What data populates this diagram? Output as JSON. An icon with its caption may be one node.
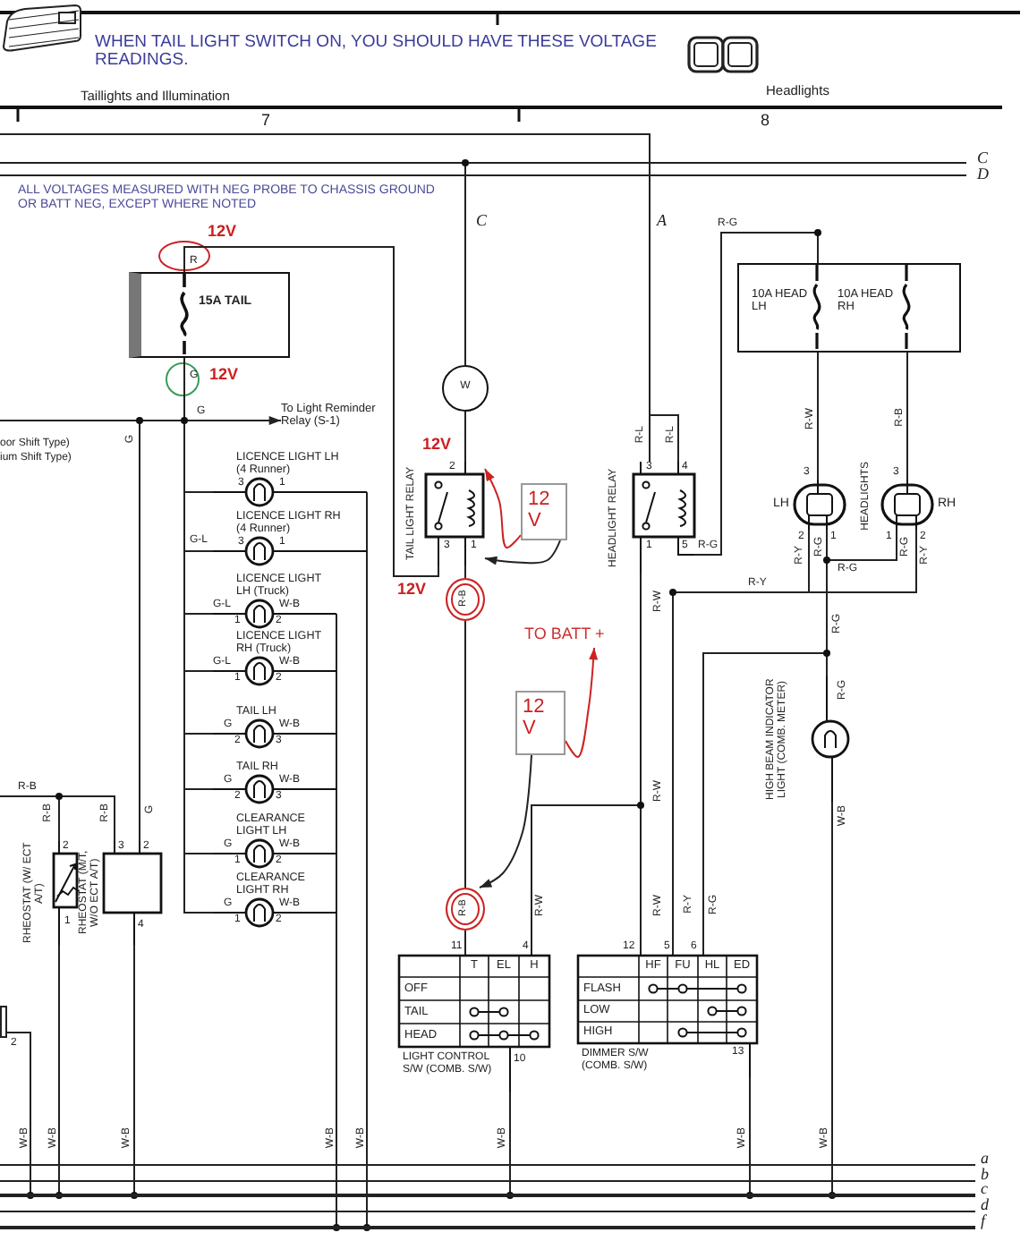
{
  "diagram": {
    "title": "WHEN TAIL LIGHT SWITCH ON, YOU SHOULD HAVE THESE VOLTAGE READINGS.",
    "nodes": [
      {
        "text": [
          "15A TAIL"
        ]
      },
      {
        "text": [
          "TAIL LIGHT RELAY",
          "2",
          "1",
          "3"
        ]
      },
      {
        "text": [
          "W"
        ]
      },
      {
        "text": [
          "R-B"
        ]
      },
      {
        "text": [
          "R-B"
        ]
      },
      {
        "text": [
          "LICENCE LIGHT LH (4 Runner)",
          "3",
          "1"
        ]
      },
      {
        "text": [
          "LICENCE LIGHT RH (4 Runner)",
          "3",
          "1"
        ]
      },
      {
        "text": [
          "LICENCE LIGHT LH (Truck)",
          "G-L",
          "W-B",
          "1",
          "2"
        ]
      },
      {
        "text": [
          "LICENCE LIGHT RH (Truck)",
          "G-L",
          "W-B",
          "1",
          "2"
        ]
      },
      {
        "text": [
          "TAIL LH",
          "G",
          "W-B",
          "2",
          "3"
        ]
      },
      {
        "text": [
          "TAIL RH",
          "G",
          "W-B",
          "2",
          "3"
        ]
      },
      {
        "text": [
          "CLEARANCE LIGHT LH",
          "G",
          "W-B",
          "1",
          "2"
        ]
      },
      {
        "text": [
          "CLEARANCE LIGHT RH",
          "G",
          "W-B",
          "1",
          "2"
        ]
      },
      {
        "text": [
          "RHEOSTAT (W/ ECT A/T)",
          "2",
          "1"
        ]
      },
      {
        "text": [
          "RHEOSTAT (M/T, W/O ECT A/T)",
          "3",
          "2",
          "4"
        ]
      },
      {
        "text": [
          "LIGHT CONTROL S/W (COMB. S/W)",
          "10"
        ],
        "beside": [
          "11",
          "4"
        ]
      },
      {
        "text": [
          "DIMMER S/W (COMB. S/W)",
          "13"
        ],
        "beside": [
          "12",
          "5",
          "6"
        ]
      },
      {
        "text": [
          "HEADLIGHT RELAY",
          "3",
          "4",
          "1",
          "5"
        ]
      },
      {
        "text": [
          "10A HEAD LH",
          "10A HEAD RH"
        ]
      },
      {
        "text": [
          "LH"
        ],
        "beside": [
          "3",
          "2",
          "1"
        ]
      },
      {
        "text": [
          "RH"
        ],
        "beside": [
          "3",
          "1",
          "2"
        ]
      },
      {
        "text": [
          "HIGH BEAM INDICATOR LIGHT (COMB. METER)"
        ]
      },
      {
        "text": [
          "12 V"
        ]
      },
      {
        "text": [
          "12 V"
        ]
      },
      {
        "text": [
          "TO BATT +"
        ]
      },
      {
        "text": [
          "To Light Reminder Relay (S-1)"
        ]
      },
      {
        "text": [],
        "shape": "bar"
      },
      {
        "text": [],
        "shape": "bar"
      },
      {
        "text": [],
        "shape": "box"
      }
    ],
    "edges": [
      {
        "from": 0,
        "to": 1,
        "arrow": "none"
      },
      {
        "from": 0,
        "to": 25,
        "arrow": "to"
      },
      {
        "from": 0,
        "to": 14,
        "arrow": "none"
      },
      {
        "from": 0,
        "to": 5,
        "arrow": "none"
      },
      {
        "from": 0,
        "to": 6,
        "arrow": "none"
      },
      {
        "from": 0,
        "to": 7,
        "arrow": "none"
      },
      {
        "from": 0,
        "to": 8,
        "arrow": "none"
      },
      {
        "from": 0,
        "to": 9,
        "arrow": "none"
      },
      {
        "from": 0,
        "to": 10,
        "arrow": "none"
      },
      {
        "from": 0,
        "to": 11,
        "arrow": "none"
      },
      {
        "from": 0,
        "to": 12,
        "arrow": "none"
      },
      {
        "from": 2,
        "to": 1,
        "arrow": "none"
      },
      {
        "from": 1,
        "to": 3,
        "arrow": "none"
      },
      {
        "from": 3,
        "to": 4,
        "arrow": "none"
      },
      {
        "from": 4,
        "to": 15,
        "arrow": "none"
      },
      {
        "from": 13,
        "to": 14,
        "arrow": "none"
      },
      {
        "from": 17,
        "to": 18,
        "arrow": "none"
      },
      {
        "from": 17,
        "to": 16,
        "arrow": "none"
      },
      {
        "from": 17,
        "to": 15,
        "arrow": "none"
      },
      {
        "from": 18,
        "to": 19,
        "arrow": "none"
      },
      {
        "from": 18,
        "to": 20,
        "arrow": "none"
      },
      {
        "from": 19,
        "to": 16,
        "arrow": "none"
      },
      {
        "from": 20,
        "to": 16,
        "arrow": "none"
      },
      {
        "from": 19,
        "to": 21,
        "arrow": "none"
      },
      {
        "from": 20,
        "to": 21,
        "arrow": "none"
      },
      {
        "from": 21,
        "to": 16,
        "arrow": "none"
      },
      {
        "from": 22,
        "to": 1,
        "arrow": "to",
        "color": "#cc2222"
      },
      {
        "from": 22,
        "to": 1,
        "arrow": "to"
      },
      {
        "from": 23,
        "to": 24,
        "arrow": "to",
        "color": "#cc2222"
      },
      {
        "from": 23,
        "to": 4,
        "arrow": "to"
      },
      {
        "from": null,
        "to": 2,
        "arrow": "none"
      },
      {
        "from": null,
        "to": 17,
        "arrow": "none"
      },
      {
        "from": 13,
        "to": 26,
        "arrow": "none"
      },
      {
        "from": 14,
        "to": 26,
        "arrow": "none"
      },
      {
        "from": 15,
        "to": 26,
        "arrow": "none"
      },
      {
        "from": 16,
        "to": 26,
        "arrow": "none"
      },
      {
        "from": 21,
        "to": 26,
        "arrow": "none"
      },
      {
        "from": 28,
        "to": 26,
        "arrow": "none"
      },
      {
        "from": 5,
        "to": 27,
        "arrow": "none"
      },
      {
        "from": 6,
        "to": 27,
        "arrow": "none"
      },
      {
        "from": 7,
        "to": 27,
        "arrow": "none"
      },
      {
        "from": 8,
        "to": 27,
        "arrow": "none"
      },
      {
        "from": 9,
        "to": 27,
        "arrow": "none"
      },
      {
        "from": 10,
        "to": 27,
        "arrow": "none"
      },
      {
        "from": 11,
        "to": 27,
        "arrow": "none"
      },
      {
        "from": 12,
        "to": 27,
        "arrow": "none"
      }
    ],
    "labels": [
      "Taillights and Illumination",
      "Headlights",
      "7",
      "8",
      "C",
      "D",
      "ALL VOLTAGES MEASURED WITH NEG PROBE TO CHASSIS GROUND OR BATT NEG, EXCEPT WHERE NOTED",
      "C",
      "A",
      "R-G",
      "12V",
      "R",
      "G",
      "12V",
      "G",
      "oor Shift Type)",
      "ium Shift Type)",
      "G",
      "12V",
      "R-L",
      "R-L",
      "R-W",
      "R-B",
      "HEADLIGHTS",
      "R-G",
      "12V",
      "R-Y",
      "R-G",
      "R-G",
      "R-Y",
      "R-G",
      "R-Y",
      "R-W",
      "R-G",
      "R-G",
      "W-B",
      "R-W",
      "G-L",
      "R-B",
      "R-B",
      "R-B",
      "G",
      "2",
      "R-W",
      "R-W",
      "R-Y",
      "R-G",
      "T",
      "EL",
      "H",
      "HF",
      "FU",
      "HL",
      "ED",
      "OFF",
      "FLASH",
      "TAIL",
      "LOW",
      "HEAD",
      "HIGH",
      "W-B",
      "W-B",
      "W-B",
      "W-B",
      "W-B",
      "W-B",
      "W-B",
      "W-B",
      "a",
      "b",
      "c",
      "d",
      "f"
    ]
  }
}
